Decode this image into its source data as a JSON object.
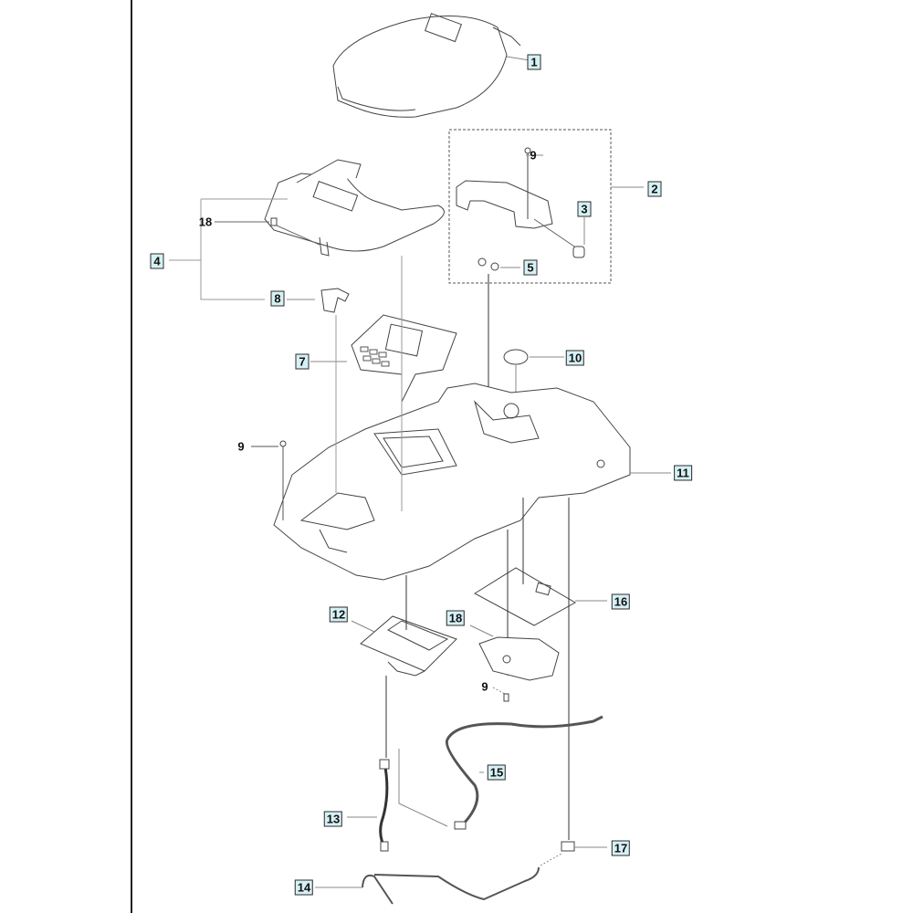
{
  "diagram": {
    "title": "Exploded parts diagram - robotic mower body",
    "callouts": [
      {
        "id": "c1",
        "text": "1",
        "boxed": true
      },
      {
        "id": "c2",
        "text": "2",
        "boxed": true
      },
      {
        "id": "c3",
        "text": "3",
        "boxed": true
      },
      {
        "id": "c4",
        "text": "4",
        "boxed": true
      },
      {
        "id": "c5",
        "text": "5",
        "boxed": true
      },
      {
        "id": "c7",
        "text": "7",
        "boxed": true
      },
      {
        "id": "c8",
        "text": "8",
        "boxed": true
      },
      {
        "id": "c9a",
        "text": "9",
        "boxed": false
      },
      {
        "id": "c9b",
        "text": "9",
        "boxed": false
      },
      {
        "id": "c9c",
        "text": "9",
        "boxed": false
      },
      {
        "id": "c10",
        "text": "10",
        "boxed": true
      },
      {
        "id": "c11",
        "text": "11",
        "boxed": true
      },
      {
        "id": "c12",
        "text": "12",
        "boxed": true
      },
      {
        "id": "c13",
        "text": "13",
        "boxed": true
      },
      {
        "id": "c14",
        "text": "14",
        "boxed": true
      },
      {
        "id": "c15",
        "text": "15",
        "boxed": true
      },
      {
        "id": "c16",
        "text": "16",
        "boxed": true
      },
      {
        "id": "c17",
        "text": "17",
        "boxed": true
      },
      {
        "id": "c18a",
        "text": "18",
        "boxed": false
      },
      {
        "id": "c18b",
        "text": "18",
        "boxed": true
      }
    ]
  },
  "colors": {
    "label_fill": "#d6f1f5",
    "line": "#333333"
  }
}
